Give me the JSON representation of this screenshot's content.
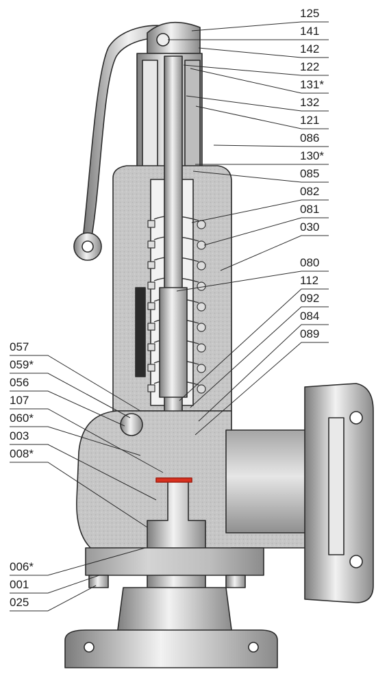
{
  "diagram": {
    "right_labels": [
      "125",
      "141",
      "142",
      "122",
      "131*",
      "132",
      "121",
      "086",
      "130*",
      "085",
      "082",
      "081",
      "030",
      "080",
      "112",
      "092",
      "084",
      "089"
    ],
    "left_labels": [
      "057",
      "059*",
      "056",
      "107",
      "060*",
      "003",
      "008*",
      "006*",
      "001",
      "025"
    ],
    "colors": {
      "body": "#c9c9c9",
      "body_dark": "#8e8e8e",
      "steel": "#dcdcdc",
      "outline": "#2a2a2a",
      "seal": "#d9301e",
      "background": "#ffffff"
    }
  }
}
